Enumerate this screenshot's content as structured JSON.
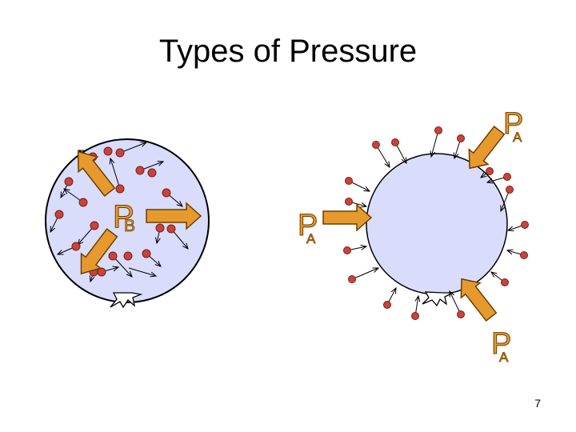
{
  "slide": {
    "title": "Types of Pressure",
    "page_number": "7"
  },
  "labels": {
    "inside": {
      "main": "P",
      "sub": "B"
    },
    "outside_top": {
      "main": "P",
      "sub": "A"
    },
    "outside_left": {
      "main": "P",
      "sub": "A"
    },
    "outside_bottom": {
      "main": "P",
      "sub": "A"
    }
  },
  "colors": {
    "balloon_fill": "#d9dcfb",
    "outline": "#000000",
    "arrow_fill": "#e69a2e",
    "arrow_stroke": "#6b3d00",
    "particle": "#c8433a"
  },
  "icons": {
    "balloon_knot": "balloon-knot-icon",
    "pressure_arrow": "block-arrow-icon",
    "molecule": "particle-dot-icon"
  }
}
